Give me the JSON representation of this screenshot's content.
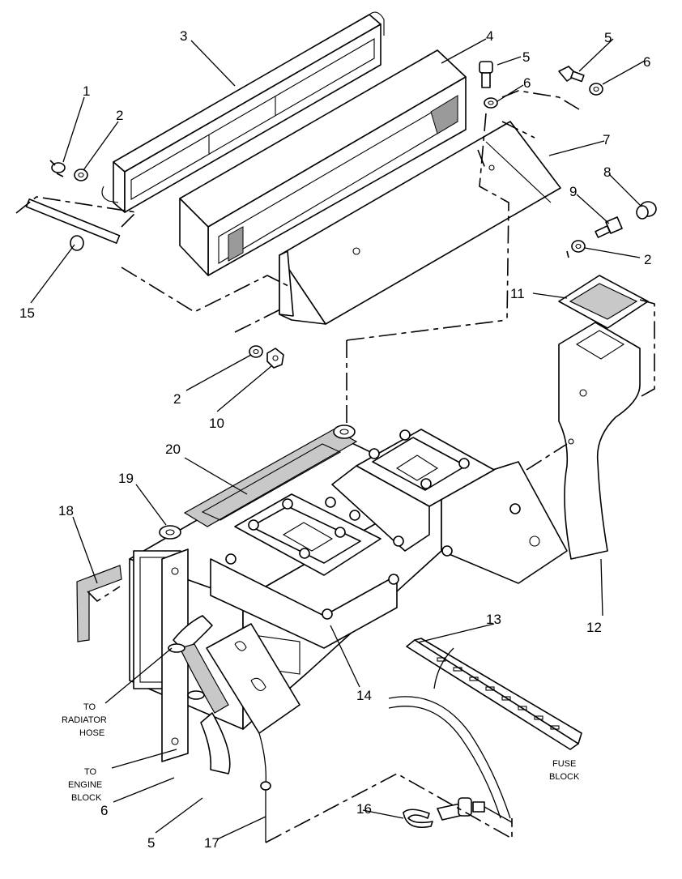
{
  "callouts": {
    "c1": "1",
    "c2a": "2",
    "c2b": "2",
    "c2c": "2",
    "c3": "3",
    "c4": "4",
    "c5a": "5",
    "c5b": "5",
    "c5c": "5",
    "c6a": "6",
    "c6b": "6",
    "c6c": "6",
    "c7": "7",
    "c8": "8",
    "c9": "9",
    "c10": "10",
    "c11": "11",
    "c12": "12",
    "c13": "13",
    "c14": "14",
    "c15": "15",
    "c16": "16",
    "c17": "17",
    "c18": "18",
    "c19": "19",
    "c20": "20"
  },
  "notes": {
    "radiator_1": "TO",
    "radiator_2": "RADIATOR",
    "radiator_3": "HOSE",
    "engine_1": "TO",
    "engine_2": "ENGINE",
    "engine_3": "BLOCK",
    "fuse_1": "FUSE",
    "fuse_2": "BLOCK"
  }
}
